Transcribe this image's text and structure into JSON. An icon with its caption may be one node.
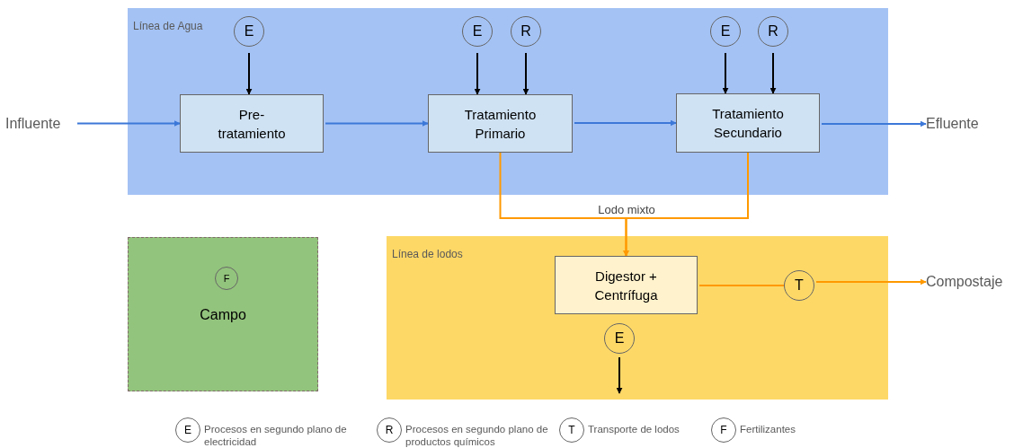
{
  "diagram": {
    "nodes": [
      {
        "text": [
          "Línea de Agua"
        ]
      },
      {
        "text": [
          "E"
        ],
        "in": 0
      },
      {
        "text": [
          "E"
        ],
        "in": 0
      },
      {
        "text": [
          "R"
        ],
        "in": 0
      },
      {
        "text": [
          "E"
        ],
        "in": 0
      },
      {
        "text": [
          "R"
        ],
        "in": 0
      },
      {
        "text": [
          "Pre-tratamiento"
        ],
        "in": 0
      },
      {
        "text": [
          "Tratamiento Primario"
        ],
        "in": 0
      },
      {
        "text": [
          "Tratamiento Secundario"
        ],
        "in": 0
      },
      {
        "text": [
          "Influente"
        ]
      },
      {
        "text": [
          "Efluente"
        ]
      },
      {
        "text": [
          "Campo"
        ]
      },
      {
        "text": [
          "F"
        ],
        "in": 11
      },
      {
        "text": [
          "Línea de lodos"
        ]
      },
      {
        "text": [
          "Digestor + Centrífuga"
        ],
        "in": 13
      },
      {
        "text": [
          "T"
        ],
        "in": 13
      },
      {
        "text": [
          "E"
        ],
        "in": 13
      },
      {
        "text": [
          "Compostaje"
        ]
      }
    ],
    "edges": [
      {
        "from": 9,
        "to": 6,
        "arrow": "to",
        "color": "#3c78d8"
      },
      {
        "from": 6,
        "to": 7,
        "arrow": "to",
        "color": "#3c78d8"
      },
      {
        "from": 7,
        "to": 8,
        "arrow": "to",
        "color": "#3c78d8"
      },
      {
        "from": 8,
        "to": 10,
        "arrow": "to",
        "color": "#3c78d8"
      },
      {
        "from": 1,
        "to": 6,
        "arrow": "to",
        "color": "#000000"
      },
      {
        "from": 2,
        "to": 7,
        "arrow": "to",
        "color": "#000000"
      },
      {
        "from": 3,
        "to": 7,
        "arrow": "to",
        "color": "#000000"
      },
      {
        "from": 4,
        "to": 8,
        "arrow": "to",
        "color": "#000000"
      },
      {
        "from": 5,
        "to": 8,
        "arrow": "to",
        "color": "#000000"
      },
      {
        "from": 7,
        "to": 14,
        "arrow": "to",
        "color": "#ff9900",
        "label": "Lodo mixto"
      },
      {
        "from": 8,
        "to": 14,
        "arrow": "to",
        "color": "#ff9900"
      },
      {
        "from": 14,
        "to": 15,
        "arrow": "none",
        "color": "#ff9900"
      },
      {
        "from": 15,
        "to": 17,
        "arrow": "to",
        "color": "#ff9900"
      },
      {
        "from": 16,
        "to": null,
        "arrow": "to",
        "color": "#000000"
      }
    ],
    "labels": [
      "E",
      "R",
      "T",
      "F"
    ],
    "legend": [
      {
        "text": "Procesos en segundo plano de electricidad"
      },
      {
        "text": "Procesos en segundo plano de productos químicos"
      },
      {
        "text": "Transporte de lodos"
      },
      {
        "text": "Fertilizantes"
      }
    ]
  }
}
